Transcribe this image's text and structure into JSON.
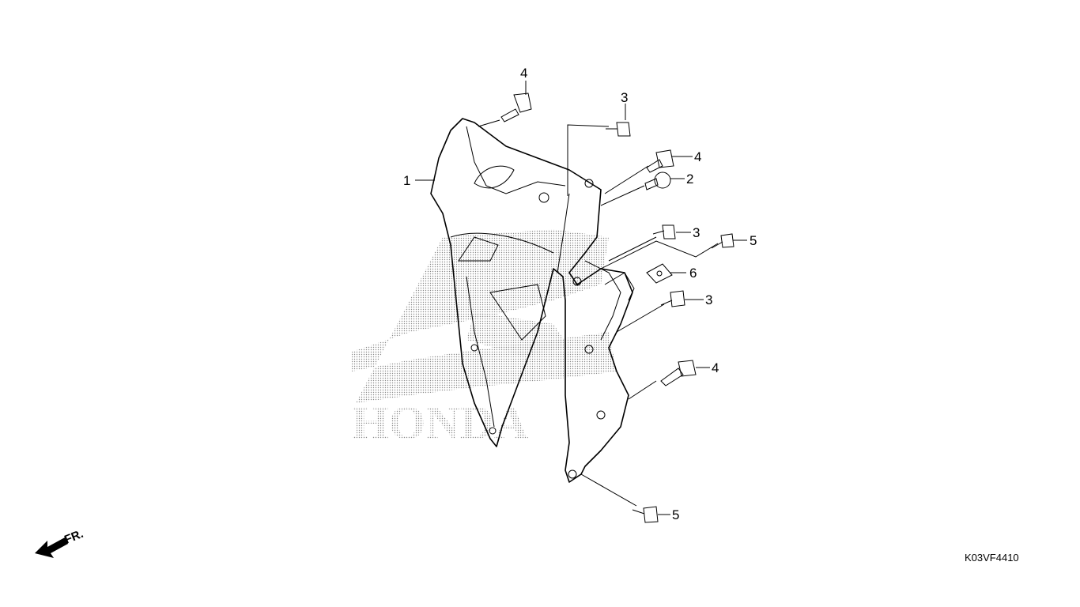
{
  "callouts": [
    {
      "id": "1",
      "label": "1"
    },
    {
      "id": "2",
      "label": "2"
    },
    {
      "id": "3a",
      "label": "3"
    },
    {
      "id": "3b",
      "label": "3"
    },
    {
      "id": "3c",
      "label": "3"
    },
    {
      "id": "4a",
      "label": "4"
    },
    {
      "id": "4b",
      "label": "4"
    },
    {
      "id": "4c",
      "label": "4"
    },
    {
      "id": "5a",
      "label": "5"
    },
    {
      "id": "5b",
      "label": "5"
    },
    {
      "id": "6",
      "label": "6"
    }
  ],
  "direction_label": "FR.",
  "diagram_code": "K03VF4410",
  "watermark_text": "HONDA",
  "icons": [
    "front-direction-arrow-icon",
    "honda-wing-watermark-icon"
  ]
}
